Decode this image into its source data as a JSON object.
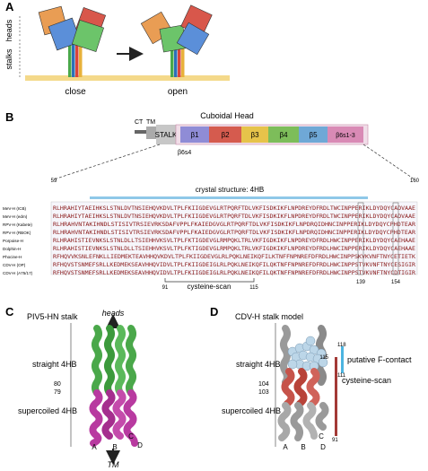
{
  "panelA": {
    "letter": "A",
    "heads": "heads",
    "stalks": "stalks",
    "close": "close",
    "open": "open"
  },
  "panelB": {
    "letter": "B",
    "ct": "CT",
    "tm": "TM",
    "stalk": "STALK",
    "cuboidal_head": "Cuboidal Head",
    "domains": [
      "β1",
      "β2",
      "β3",
      "β4",
      "β5",
      "β6s1-3"
    ],
    "beta6s4": "β6s4",
    "crystal_structure": "crystal structure: 4HB",
    "pos_start": "59",
    "pos_end": "160",
    "cysteine_scan": "cysteine-scan",
    "cys_start": "91",
    "cys_end": "115",
    "pos_139": "139",
    "pos_154": "154",
    "sequences": [
      {
        "name": "MeV-H (ICB)",
        "seq": "RLHRAHIYTAEIHKSLSTNLDVTNSIEHQVKDVLTPLFKIIGDEVGLRTPQRFTDLVKFISDKIKFLNPDREYDFRDLTWCINPPERIKLDYDQYCADVAAE"
      },
      {
        "name": "MeV-H (edm)",
        "seq": "RLHRAHIYTAEIHKSLSTNLDVTNSIEHQVKDVLTPLFKIIGDEVGLRTPQRFTDLVKFISDKIKFLNPDREYDFRDLTWCINPPERIKLDYDQYCADVAAE"
      },
      {
        "name": "RPV-H (Kabete)",
        "seq": "RLHRAHVNTAKIHNDLSTISIVTRSIEVRKSDAFVPPLFKAIEDGVGLRTPQRFTDLVKFISDKIKFLNPDRQIDHNCINPPERIKLDYDQYCPHDTEAR"
      },
      {
        "name": "RPV-H (RBOK)",
        "seq": "RLHRAHVNTAKIHNDLSTISIVTRSIEVRKSDAFVPPLFKAIEDGVGLRTPQRFTDLVKFISDKIKFLNPDRQIDHNCINPPERIKLDYDQYCPHDTEAR"
      },
      {
        "name": "Porpoise-H",
        "seq": "RLHRAHISTIEVNKSLSTNLDLLTSIEHHVKSVLTPLFKTIGDEVGLRMPQKLTRLVKFIGDKIKFLNPDREYDFRDLHWCINPPERIKLDYDQYCAEHAAE"
      },
      {
        "name": "Dolphin-H",
        "seq": "RLHRAHISTIEVNKSLSTNLDLLTSIEHHVKSVLTPLFKTIGDEVGLRMPQKLTRLVKFIGDKIKFLNPDREYDFRDLHWCINPPERIKLDYDQYCAEHAAE"
      },
      {
        "name": "Phocine-H",
        "seq": "RFHQVVKSNLEFNKLLIEDMEKTEAVHHQVKDVLTPLFKIIGDEVGLRLPQKLNEIKQFILKTNFFNPNREFDFRDLHWCINPPSKVKVNFTNYCETIETK"
      },
      {
        "name": "CDV-H (OP)",
        "seq": "RFHQVSTSNMEFSRLLKEDMEKSEAVHHQVIDVLTPLFKIIGDEIGLRLPQKLNEIKQFILQKTNFFNPNREFDFRDLHWCINPPSTVKVNFTNYCESIGIR"
      },
      {
        "name": "CDV-H (A75/17)",
        "seq": "RFHQVSTSNMEFSRLLKEDMEKSEAVHHQVIDVLTPLFKIIGDEIGLRLPQKLNEIKQFILQKTNFFNPNREFDFRDLHWCINPPSTVKVNFTNYCDTIGIR"
      }
    ]
  },
  "panelC": {
    "letter": "C",
    "title": "PIV5-HN stalk",
    "heads": "heads",
    "straight": "straight 4HB",
    "supercoiled": "supercoiled 4HB",
    "n80": "80",
    "n79": "79",
    "helices": [
      "A",
      "B",
      "C",
      "D"
    ],
    "tm": "TM"
  },
  "panelD": {
    "letter": "D",
    "title": "CDV-H stalk model",
    "straight": "straight 4HB",
    "supercoiled": "supercoiled 4HB",
    "n104": "104",
    "n103": "103",
    "n118": "118",
    "n115": "115",
    "n111": "111",
    "n91": "91",
    "f_contact": "putative F-contact",
    "cysteine_scan": "cysteine-scan",
    "helices": [
      "A",
      "B",
      "C",
      "D"
    ]
  }
}
